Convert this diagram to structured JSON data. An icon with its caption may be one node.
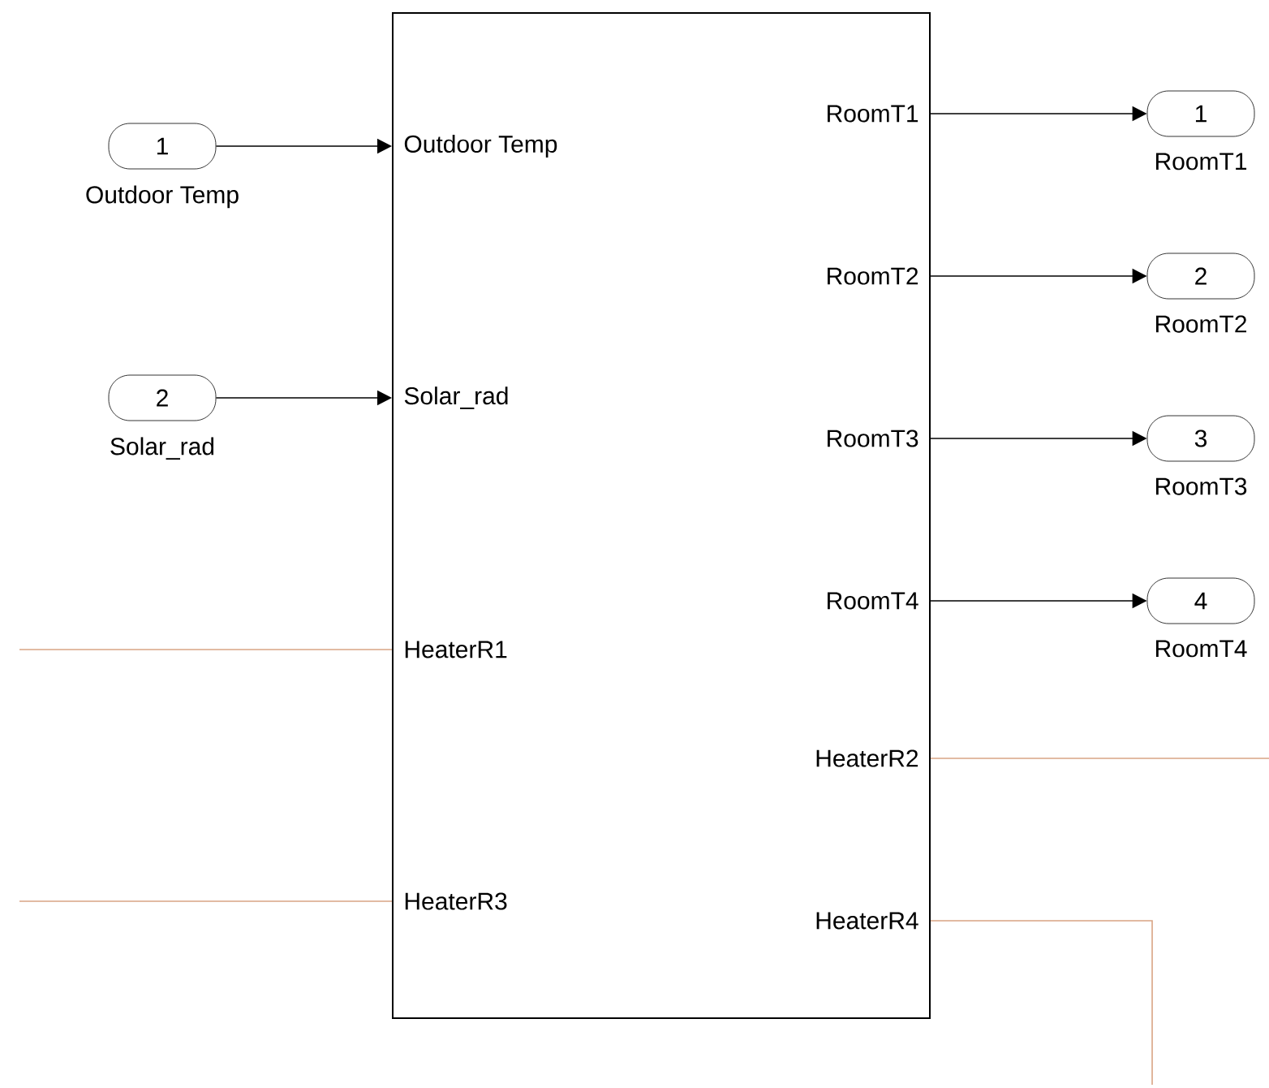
{
  "diagram": {
    "nodes": [
      {
        "text": [],
        "shape": "box"
      },
      {
        "text": [
          "Outdoor Temp"
        ],
        "in": 0
      },
      {
        "text": [
          "Solar_rad"
        ],
        "in": 0
      },
      {
        "text": [
          "HeaterR1"
        ],
        "in": 0
      },
      {
        "text": [
          "HeaterR3"
        ],
        "in": 0
      },
      {
        "text": [
          "RoomT1"
        ],
        "in": 0
      },
      {
        "text": [
          "RoomT2"
        ],
        "in": 0
      },
      {
        "text": [
          "RoomT3"
        ],
        "in": 0
      },
      {
        "text": [
          "RoomT4"
        ],
        "in": 0
      },
      {
        "text": [
          "HeaterR2"
        ],
        "in": 0
      },
      {
        "text": [
          "HeaterR4"
        ],
        "in": 0
      },
      {
        "text": [
          "1"
        ],
        "beside": [
          "Outdoor Temp"
        ]
      },
      {
        "text": [
          "2"
        ],
        "beside": [
          "Solar_rad"
        ]
      },
      {
        "text": [
          "1"
        ],
        "beside": [
          "RoomT1"
        ]
      },
      {
        "text": [
          "2"
        ],
        "beside": [
          "RoomT2"
        ]
      },
      {
        "text": [
          "3"
        ],
        "beside": [
          "RoomT3"
        ]
      },
      {
        "text": [
          "4"
        ],
        "beside": [
          "RoomT4"
        ]
      }
    ],
    "edges": [
      {
        "from": 11,
        "to": 1,
        "arrow": "to"
      },
      {
        "from": 12,
        "to": 2,
        "arrow": "to"
      },
      {
        "from": 5,
        "to": 13,
        "arrow": "to"
      },
      {
        "from": 6,
        "to": 14,
        "arrow": "to"
      },
      {
        "from": 7,
        "to": 15,
        "arrow": "to"
      },
      {
        "from": 8,
        "to": 16,
        "arrow": "to"
      },
      {
        "from": null,
        "to": 3,
        "arrow": "none",
        "color": "#d9a484"
      },
      {
        "from": null,
        "to": 4,
        "arrow": "none",
        "color": "#d9a484"
      },
      {
        "from": 9,
        "to": null,
        "arrow": "none",
        "color": "#d9a484"
      },
      {
        "from": 10,
        "to": null,
        "arrow": "none",
        "color": "#d9a484"
      }
    ]
  }
}
